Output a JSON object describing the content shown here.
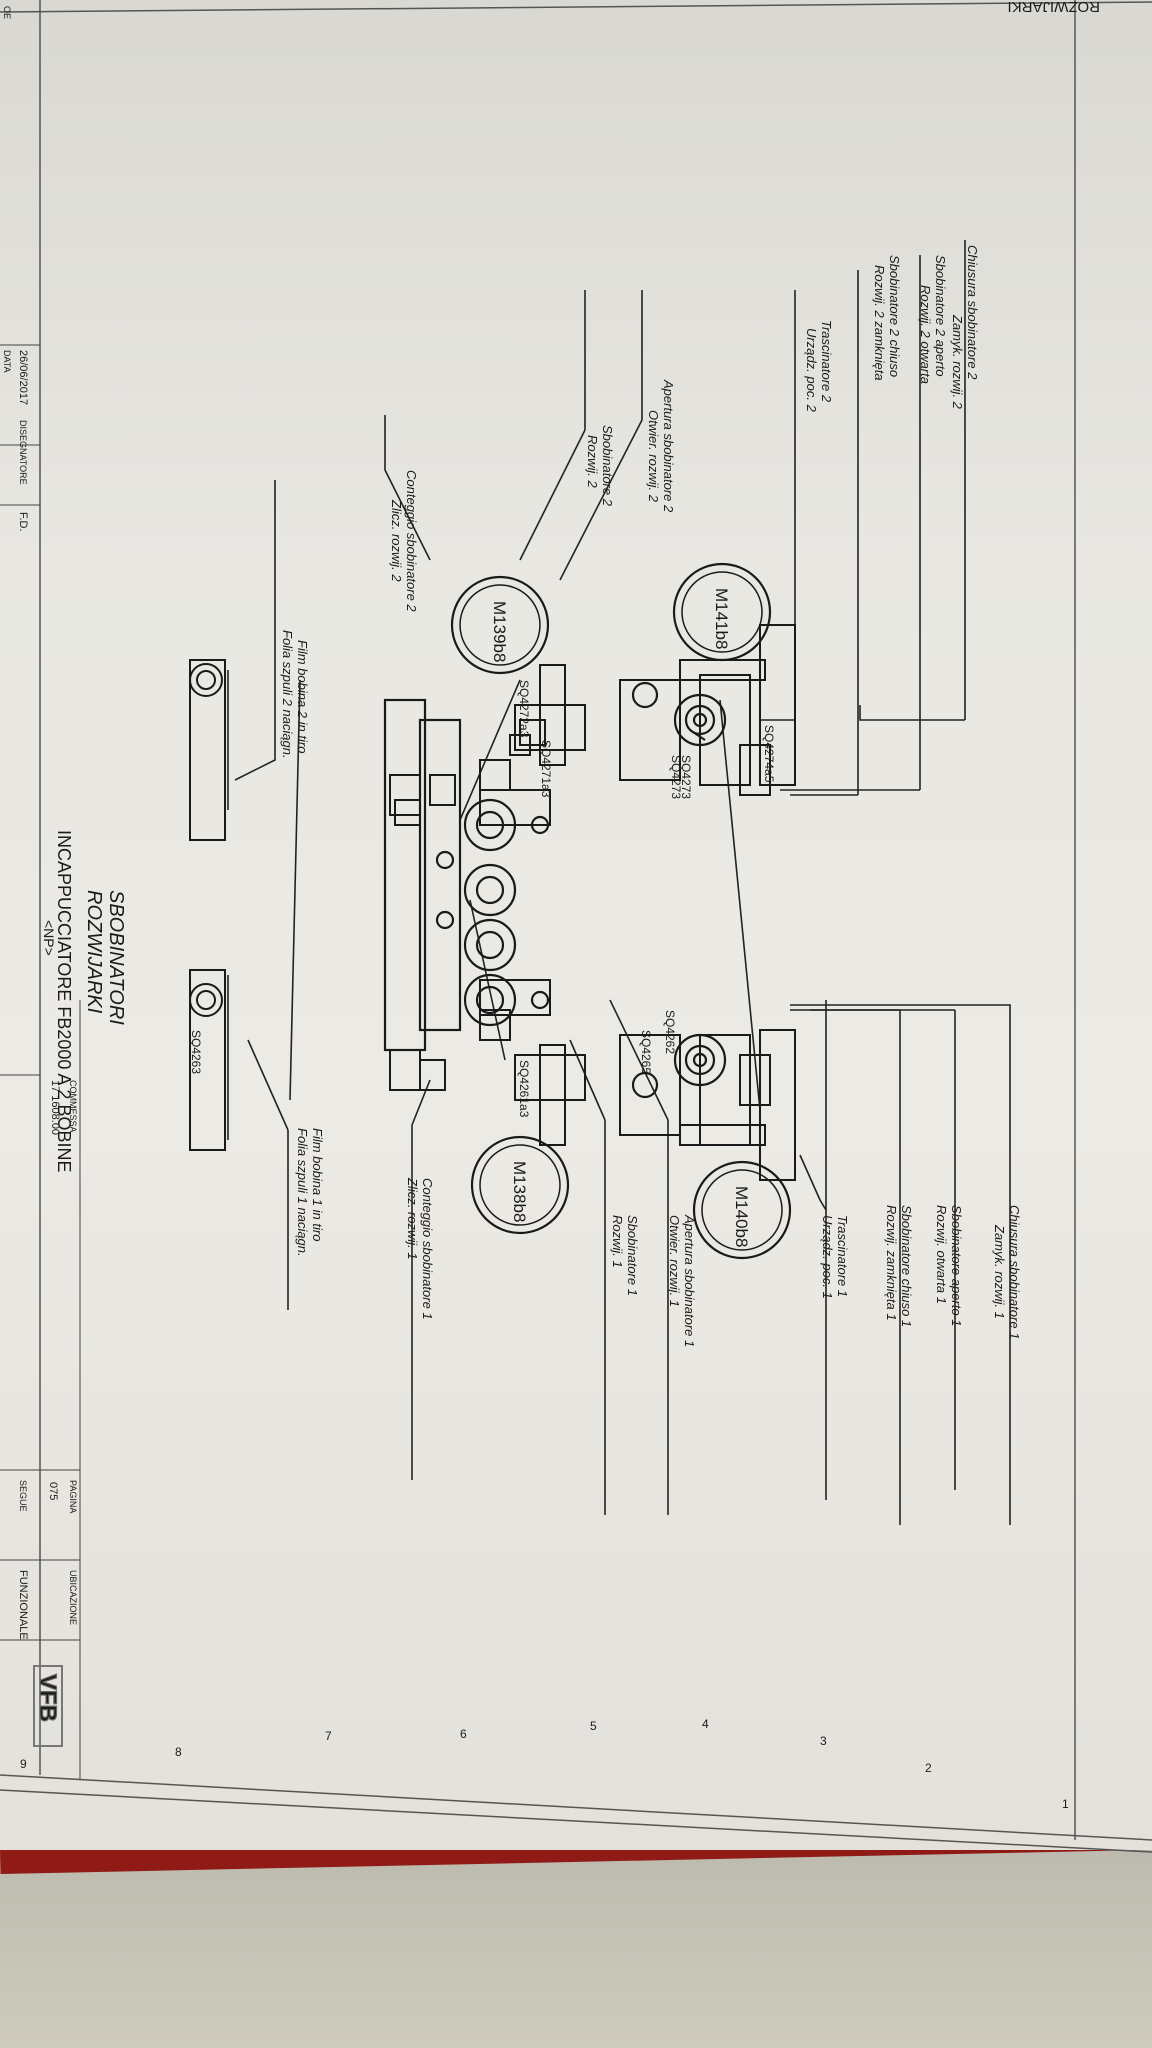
{
  "header": {
    "top_cut_text": "ROZWIJARKI"
  },
  "labels_unwinder2": [
    {
      "id": "chiusura2",
      "text": "Chiusura sbobinatore 2"
    },
    {
      "id": "zamyk2",
      "text": "Zamyk. rozwij. 2"
    },
    {
      "id": "sbob2aperto",
      "text": "Sbobinatore 2 aperto"
    },
    {
      "id": "rozwij2otwarta",
      "text": "Rozwij. 2 otwarta"
    },
    {
      "id": "sbob2chiuso",
      "text": "Sbobinatore 2 chiuso"
    },
    {
      "id": "rozwij2zamknieta",
      "text": "Rozwij. 2 zamknięta"
    },
    {
      "id": "trascinatore2",
      "text": "Trascinatore 2"
    },
    {
      "id": "urzadzpoc2",
      "text": "Urządz. poc. 2"
    },
    {
      "id": "apertura2",
      "text": "Apertura sbobinatore 2"
    },
    {
      "id": "otwier2",
      "text": "Otwier. rozwij. 2"
    },
    {
      "id": "sbob2",
      "text": "Sbobinatore 2"
    },
    {
      "id": "rozwij2",
      "text": "Rozwij. 2"
    },
    {
      "id": "conteggio2",
      "text": "Conteggio sbobinatore 2"
    },
    {
      "id": "zlicz2",
      "text": "Zlicz. rozwij. 2"
    },
    {
      "id": "film2",
      "text": "Film bobina 2 in tiro"
    },
    {
      "id": "folia2",
      "text": "Folia szpuli 2 naciągn."
    }
  ],
  "labels_unwinder1": [
    {
      "id": "chiusura1",
      "text": "Chiusura sbobinatore 1"
    },
    {
      "id": "zamyk1",
      "text": "Zamyk. rozwij. 1"
    },
    {
      "id": "sbob1aperto",
      "text": "Sbobinatore aperto 1"
    },
    {
      "id": "rozwij1otwarta",
      "text": "Rozwij. otwarta 1"
    },
    {
      "id": "sbob1chiuso",
      "text": "Sbobinatore chiuso 1"
    },
    {
      "id": "rozwij1zamknieta",
      "text": "Rozwij. zamknięta 1"
    },
    {
      "id": "trascinatore1",
      "text": "Trascinatore 1"
    },
    {
      "id": "urzadzpoc1",
      "text": "Urządz. poc. 1"
    },
    {
      "id": "apertura1",
      "text": "Apertura sbobinatore 1"
    },
    {
      "id": "otwier1",
      "text": "Otwier. rozwij. 1"
    },
    {
      "id": "sbob1",
      "text": "Sbobinatore 1"
    },
    {
      "id": "rozwij1",
      "text": "Rozwij. 1"
    },
    {
      "id": "conteggio1",
      "text": "Conteggio sbobinatore 1"
    },
    {
      "id": "zlicz1",
      "text": "Zlicz. rozwij. 1"
    },
    {
      "id": "film1",
      "text": "Film bobina 1 in tiro"
    },
    {
      "id": "folia1",
      "text": "Folia szpuli 1 naciągn."
    }
  ],
  "motors": {
    "m141": "M141b8",
    "m139": "M139b8",
    "m140": "M140b8",
    "m138": "M138b8"
  },
  "sensors": {
    "s4274a": "SQ4274a5",
    "s4273": "SQ4273",
    "s4273b": "SQ4273",
    "s4271": "SQ4271a3",
    "s4272": "SQ4272a3",
    "s4262": "SQ4262",
    "s4265": "SQ4265",
    "s4261": "SQ4261a3",
    "s4263": "SQ4263"
  },
  "title": {
    "line1": "SBOBINATORI",
    "line2": "ROZWIJARKI",
    "project": "INCAPPUCCIATORE FB2000 A 2 BOBINE",
    "np": "<NP>"
  },
  "title_block": {
    "data_label": "DATA",
    "data_value": "26/06/2017",
    "disegnatore_label": "DISEGNATORE",
    "disegnatore_value": "F.D.",
    "commessa_label": "COMMESSA",
    "commessa_value": "17 1608.00",
    "pagina_label": "PAGINA",
    "pagina_value": "075",
    "segue_label": "SEGUE",
    "ubicazione_label": "UBICAZIONE",
    "ubicazione_value": "FUNZIONALE",
    "logo_text": "VFB",
    "edge_label": "OE"
  },
  "grid_numbers": [
    "1",
    "2",
    "3",
    "4",
    "5",
    "6",
    "7",
    "8",
    "9"
  ]
}
